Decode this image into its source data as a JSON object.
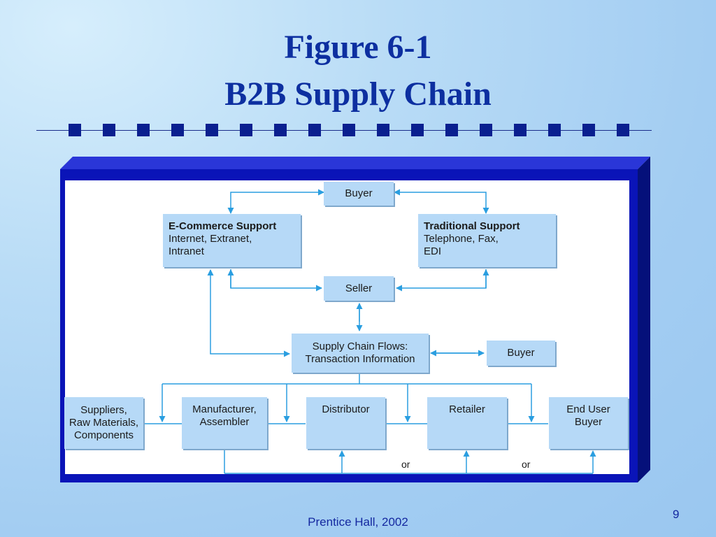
{
  "slide": {
    "title_line1": "Figure 6-1",
    "title_line2": "B2B Supply Chain",
    "footer": "Prentice Hall, 2002",
    "page_number": "9"
  },
  "diagram": {
    "buyer_top": "Buyer",
    "ecommerce": {
      "heading": "E-Commerce Support",
      "line1": "Internet, Extranet,",
      "line2": "Intranet"
    },
    "traditional": {
      "heading": "Traditional Support",
      "line1": "Telephone, Fax,",
      "line2": "EDI"
    },
    "seller": "Seller",
    "flows": {
      "line1": "Supply Chain Flows:",
      "line2": "Transaction Information"
    },
    "buyer_right": "Buyer",
    "suppliers": {
      "line1": "Suppliers,",
      "line2": "Raw Materials,",
      "line3": "Components"
    },
    "manufacturer": {
      "line1": "Manufacturer,",
      "line2": "Assembler"
    },
    "distributor": "Distributor",
    "retailer": "Retailer",
    "end_user": {
      "line1": "End User",
      "line2": "Buyer"
    },
    "or_left": "or",
    "or_right": "or"
  },
  "colors": {
    "title": "#0d2fa0",
    "frame": "#0a14b8",
    "box_fill": "#b6d9f7",
    "arrow": "#2a9ee0"
  }
}
